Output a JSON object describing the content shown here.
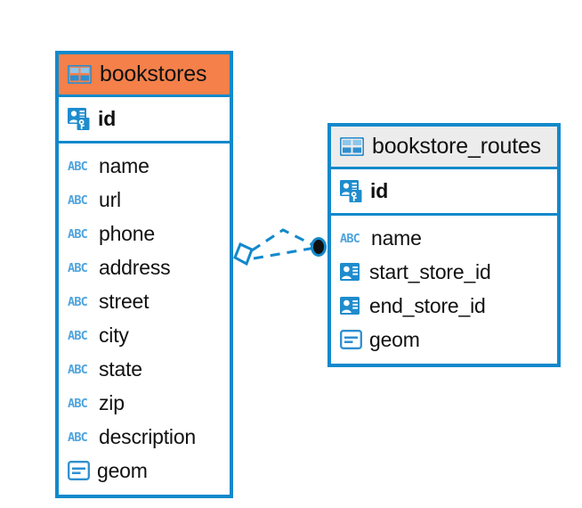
{
  "diagram": {
    "type": "entity-relationship-diagram",
    "background_color": "#ffffff",
    "accent_color": "#1289cb",
    "highlight_color": "#f5804a",
    "header_plain_color": "#ececec",
    "icon_color": "#2e8fd0",
    "abc_icon_color": "#4ea3dd"
  },
  "entities": [
    {
      "name": "bookstores",
      "header_icon": "table-icon",
      "header_style": "accent",
      "primary_key": {
        "name": "id",
        "icon": "primary-key-icon"
      },
      "fields": [
        {
          "name": "name",
          "icon": "text-type-icon"
        },
        {
          "name": "url",
          "icon": "text-type-icon"
        },
        {
          "name": "phone",
          "icon": "text-type-icon"
        },
        {
          "name": "address",
          "icon": "text-type-icon"
        },
        {
          "name": "street",
          "icon": "text-type-icon"
        },
        {
          "name": "city",
          "icon": "text-type-icon"
        },
        {
          "name": "state",
          "icon": "text-type-icon"
        },
        {
          "name": "zip",
          "icon": "text-type-icon"
        },
        {
          "name": "description",
          "icon": "text-type-icon"
        },
        {
          "name": "geom",
          "icon": "geometry-type-icon"
        }
      ]
    },
    {
      "name": "bookstore_routes",
      "header_icon": "table-icon",
      "header_style": "plain",
      "primary_key": {
        "name": "id",
        "icon": "primary-key-icon"
      },
      "fields": [
        {
          "name": "name",
          "icon": "text-type-icon"
        },
        {
          "name": "start_store_id",
          "icon": "foreign-key-icon"
        },
        {
          "name": "end_store_id",
          "icon": "foreign-key-icon"
        },
        {
          "name": "geom",
          "icon": "geometry-type-icon"
        }
      ]
    }
  ],
  "relationship": {
    "style": "dashed",
    "color": "#1289cb",
    "source_marker": "rhombus-marker",
    "target_marker": "filled-circle-marker"
  }
}
